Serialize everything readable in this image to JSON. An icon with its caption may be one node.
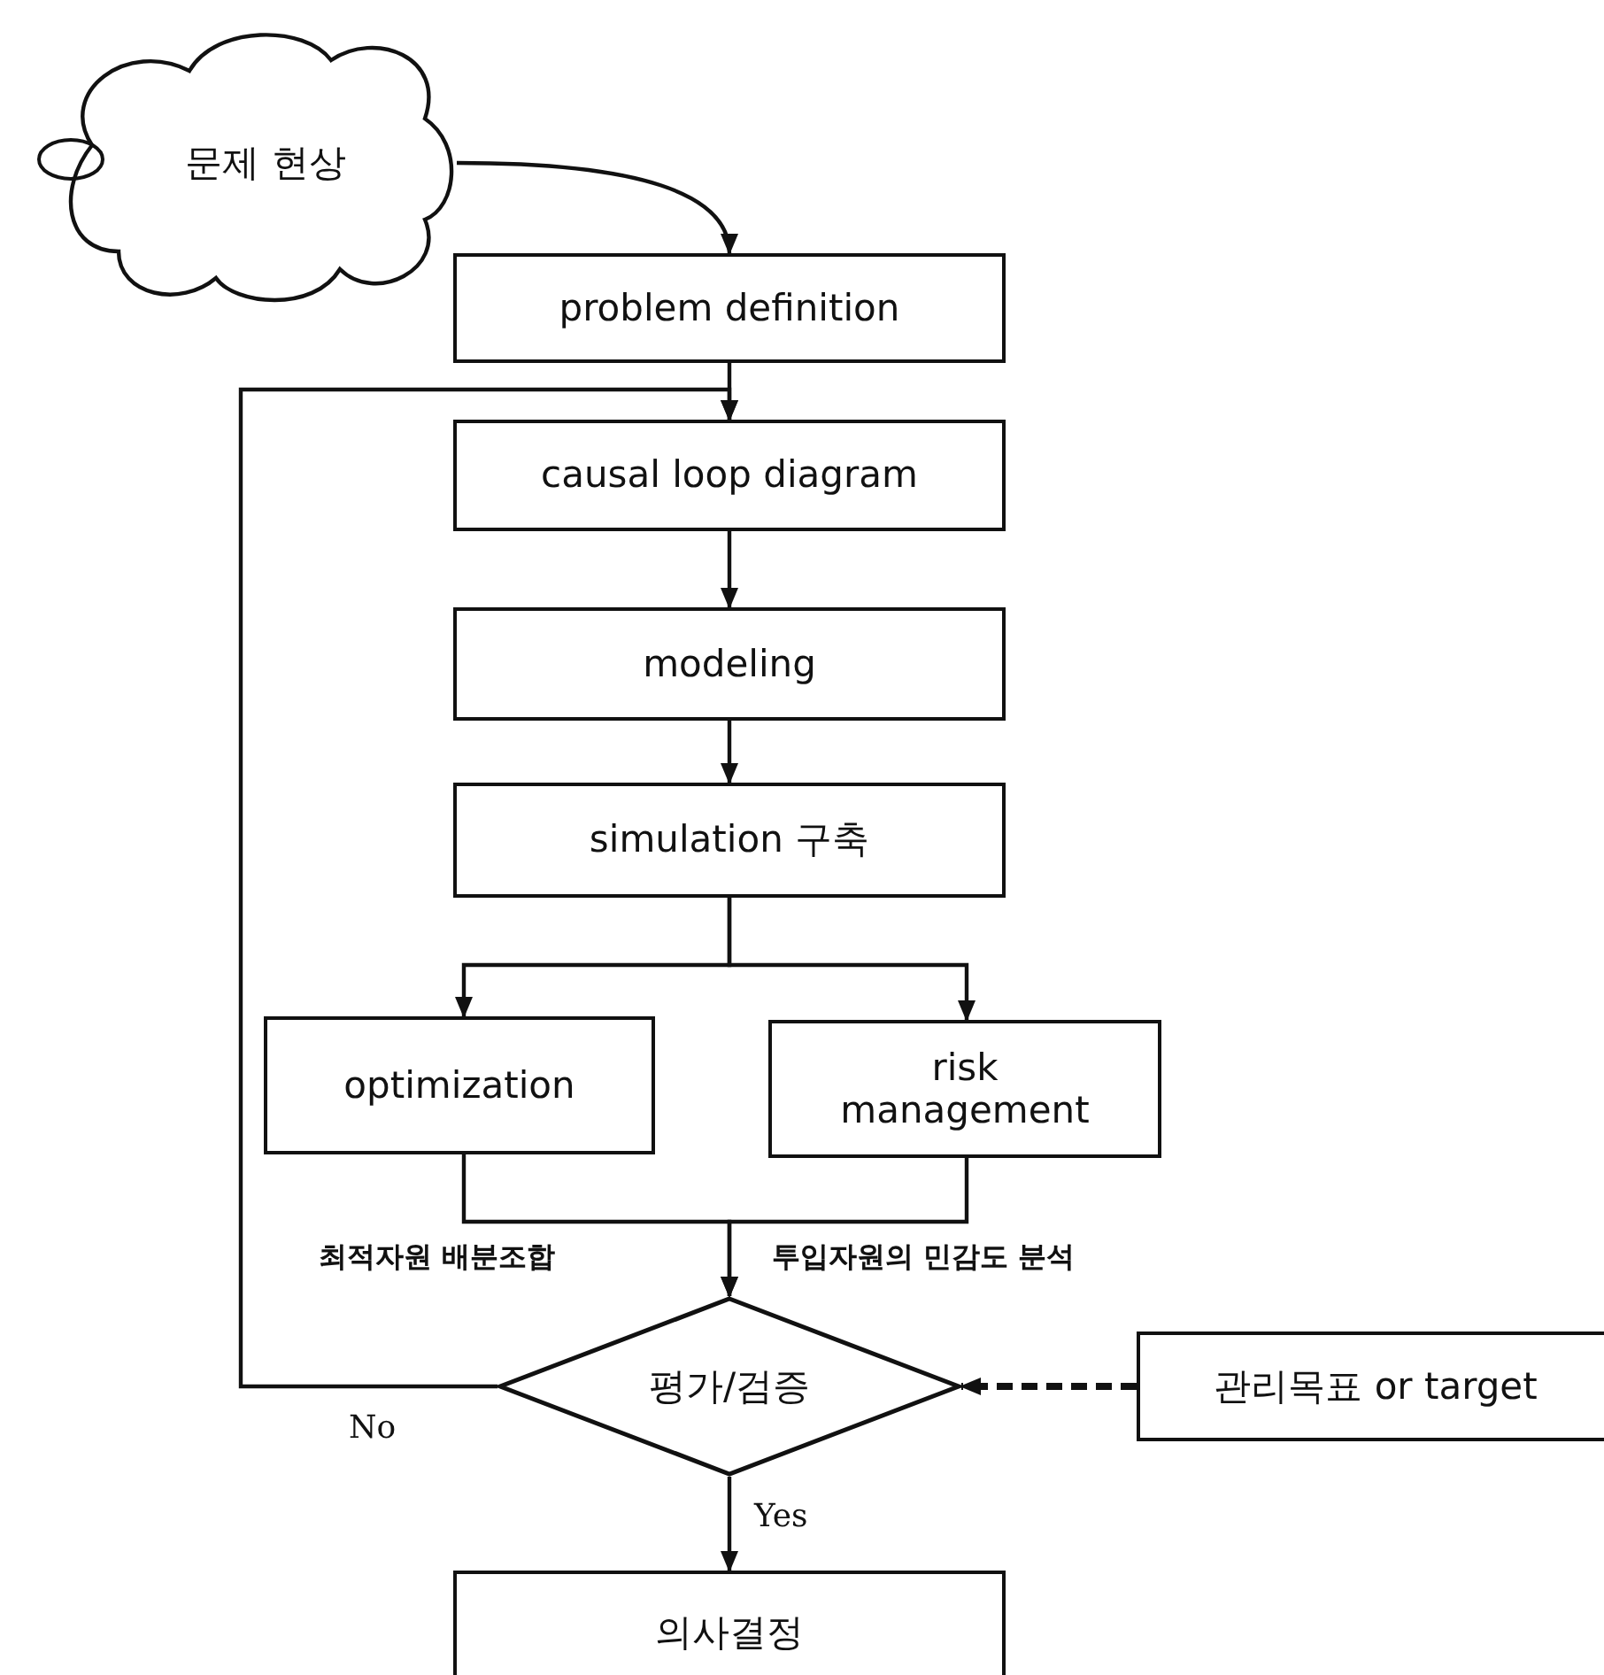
{
  "diagram": {
    "nodes": [
      {
        "text": [
          "문제 현상"
        ]
      },
      {
        "text": [
          "problem definition"
        ]
      },
      {
        "text": [
          "causal loop diagram"
        ]
      },
      {
        "text": [
          "modeling"
        ]
      },
      {
        "text": [
          "simulation 구축"
        ]
      },
      {
        "text": [
          "optimization"
        ]
      },
      {
        "text": [
          "risk management"
        ]
      },
      {
        "text": [
          "평가/검증"
        ]
      },
      {
        "text": [
          "관리목표 or target"
        ]
      },
      {
        "text": [
          "의사결정"
        ]
      }
    ],
    "edges": [
      {
        "from": 0,
        "to": 1,
        "arrow": "to"
      },
      {
        "from": 1,
        "to": 2,
        "arrow": "to"
      },
      {
        "from": 2,
        "to": 3,
        "arrow": "to"
      },
      {
        "from": 3,
        "to": 4,
        "arrow": "to"
      },
      {
        "from": 4,
        "to": 5,
        "arrow": "to"
      },
      {
        "from": 4,
        "to": 6,
        "arrow": "to"
      },
      {
        "from": 5,
        "to": 7,
        "arrow": "to"
      },
      {
        "from": 6,
        "to": 7,
        "arrow": "to"
      },
      {
        "from": 8,
        "to": 7,
        "arrow": "to",
        "style": "dashed"
      },
      {
        "from": 7,
        "to": 2,
        "arrow": "to",
        "label": "No"
      },
      {
        "from": 7,
        "to": 9,
        "arrow": "to",
        "label": "Yes"
      }
    ],
    "labels": [
      "최적자원 배분조합",
      "투입자원의 민감도 분석"
    ]
  }
}
